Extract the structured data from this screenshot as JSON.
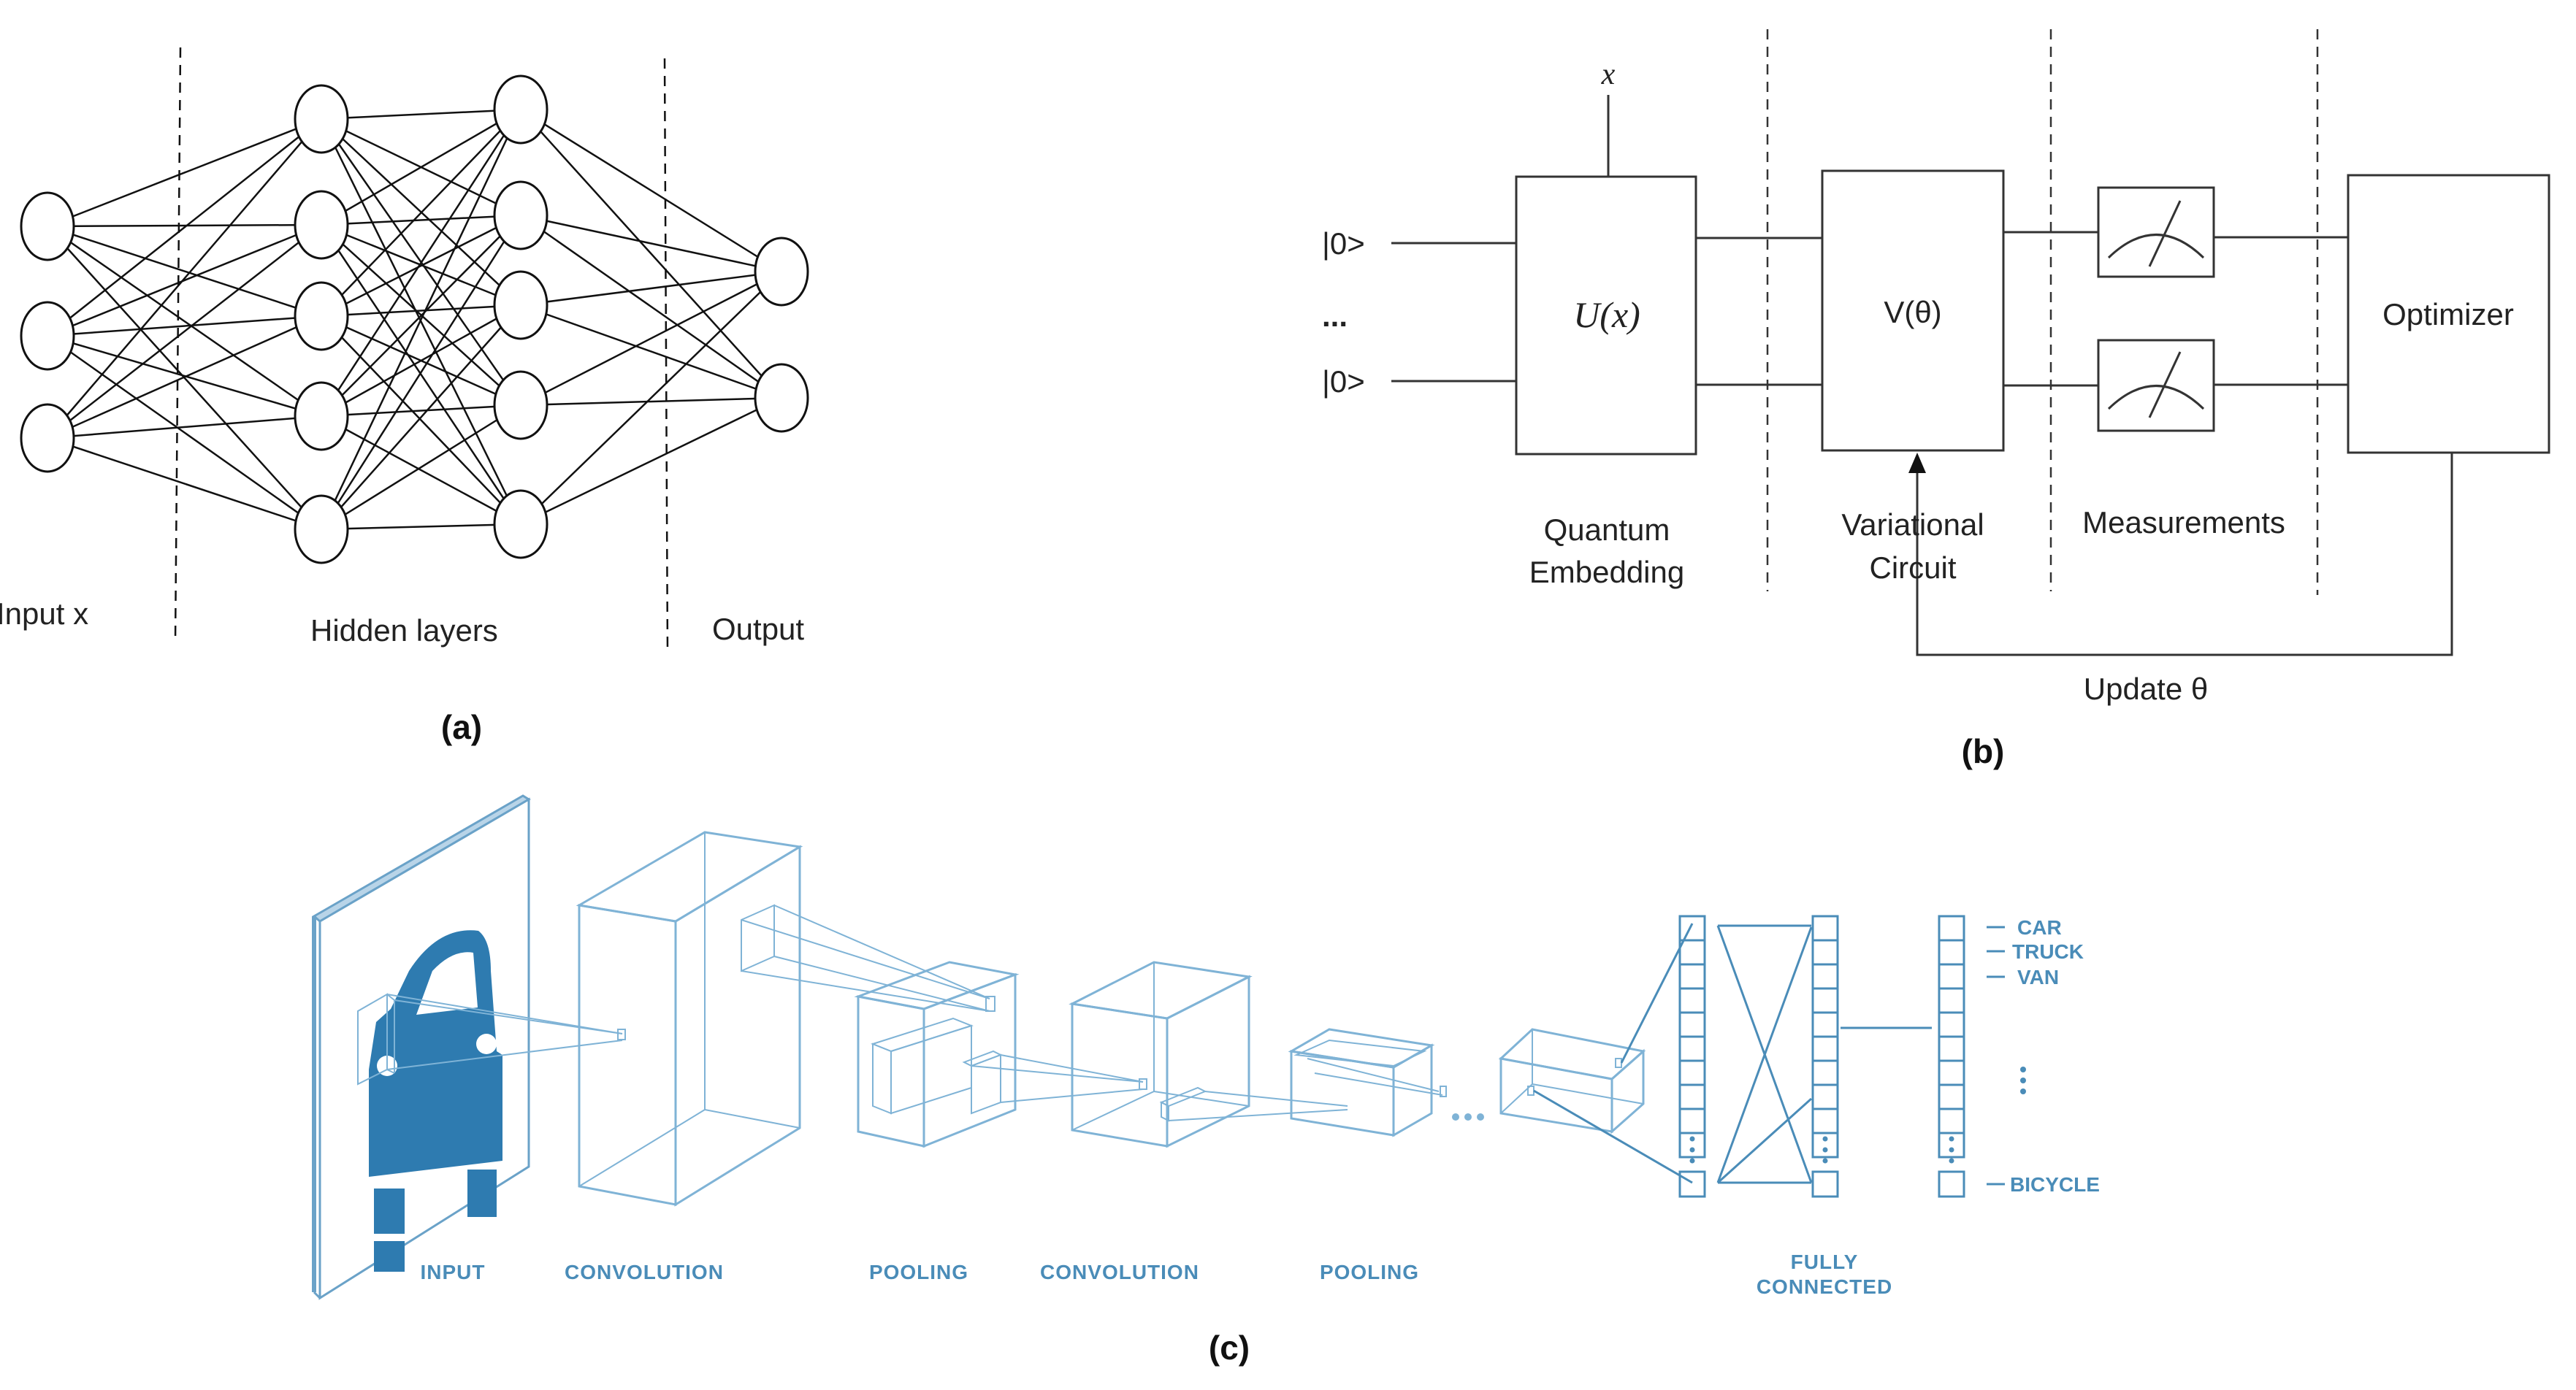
{
  "panel_a": {
    "caption": "(a)",
    "labels": {
      "input": "Input x",
      "hidden": "Hidden layers",
      "output": "Output"
    }
  },
  "panel_b": {
    "caption": "(b)",
    "x_label": "x",
    "qubit_labels": [
      "|0>",
      "|0>"
    ],
    "ellipsis": "...",
    "embedding_box": "U(x)",
    "variational_box": "V(θ)",
    "optimizer_box": "Optimizer",
    "stage_labels": {
      "embedding_line1": "Quantum",
      "embedding_line2": "Embedding",
      "variational_line1": "Variational",
      "variational_line2": "Circuit",
      "measurements": "Measurements"
    },
    "update_label": "Update θ"
  },
  "panel_c": {
    "caption": "(c)",
    "stage_labels": {
      "input": "INPUT",
      "conv1": "CONVOLUTION",
      "pool1": "POOLING",
      "conv2": "CONVOLUTION",
      "pool2": "POOLING",
      "fc_line1": "FULLY",
      "fc_line2": "CONNECTED"
    },
    "classes": [
      "CAR",
      "TRUCK",
      "VAN",
      "BICYCLE"
    ],
    "accent_color": "#2e7bb0"
  }
}
